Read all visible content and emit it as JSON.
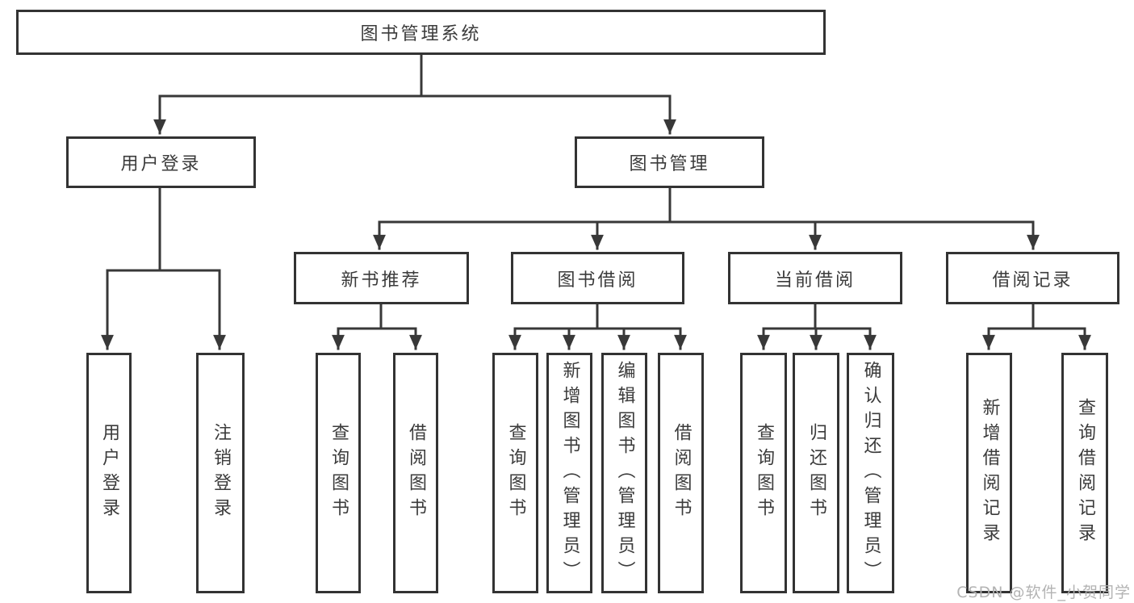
{
  "diagram": {
    "root": {
      "label": "图书管理系统"
    },
    "branches": [
      {
        "label": "用户登录",
        "children": [
          {
            "label": "用户登录"
          },
          {
            "label": "注销登录"
          }
        ]
      },
      {
        "label": "图书管理",
        "children": [
          {
            "label": "新书推荐",
            "children": [
              {
                "label": "查询图书"
              },
              {
                "label": "借阅图书"
              }
            ]
          },
          {
            "label": "图书借阅",
            "children": [
              {
                "label": "查询图书"
              },
              {
                "label": "新增图书（管理员）"
              },
              {
                "label": "编辑图书（管理员）"
              },
              {
                "label": "借阅图书"
              }
            ]
          },
          {
            "label": "当前借阅",
            "children": [
              {
                "label": "查询图书"
              },
              {
                "label": "归还图书"
              },
              {
                "label": "确认归还（管理员）"
              }
            ]
          },
          {
            "label": "借阅记录",
            "children": [
              {
                "label": "新增借阅记录"
              },
              {
                "label": "查询借阅记录"
              }
            ]
          }
        ]
      }
    ],
    "watermark": "CSDN @软件_小贺同学",
    "colors": {
      "line": "#383838",
      "text": "#3b3b3b",
      "background": "#ffffff",
      "watermark": "#afafaf"
    }
  }
}
